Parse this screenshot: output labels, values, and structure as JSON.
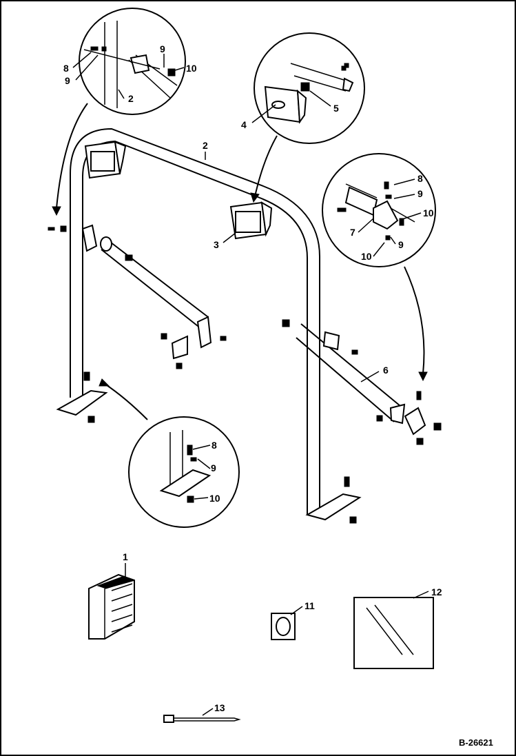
{
  "figure_number": "B-26621",
  "callouts": {
    "main_frame": "2",
    "light_front": "3",
    "light_detail": "4",
    "bracket_light": "5",
    "brace_right": "6",
    "bracket_right_detail": "7",
    "detail_a_bolt": "8",
    "detail_a_washer": "9",
    "detail_a_washer_b": "9",
    "detail_a_nut": "10",
    "detail_a_tube": "2",
    "detail_c_bolt": "8",
    "detail_c_washer": "9",
    "detail_c_nut": "10",
    "detail_c_washer_b": "9",
    "detail_c_nut_b": "10",
    "detail_d_bolt": "8",
    "detail_d_washer": "9",
    "detail_d_nut": "10",
    "kit_box": "1",
    "decal": "11",
    "window": "12",
    "cable_tie": "13"
  }
}
